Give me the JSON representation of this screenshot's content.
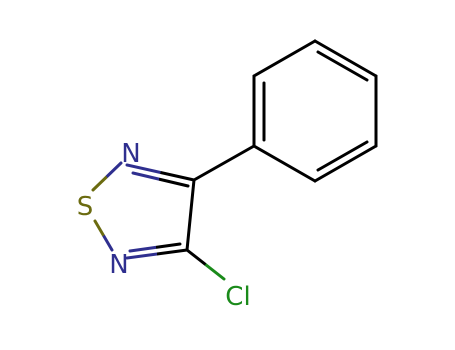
{
  "molecule": {
    "atoms": {
      "n_top": {
        "symbol": "N",
        "color": "#2f2f8f"
      },
      "sulfur": {
        "symbol": "S",
        "color": "#6b6b10"
      },
      "n_bottom": {
        "symbol": "N",
        "color": "#2f2f8f"
      },
      "chlorine": {
        "symbol": "Cl",
        "color": "#1a8a1a"
      }
    },
    "bond_color": "#000000"
  }
}
